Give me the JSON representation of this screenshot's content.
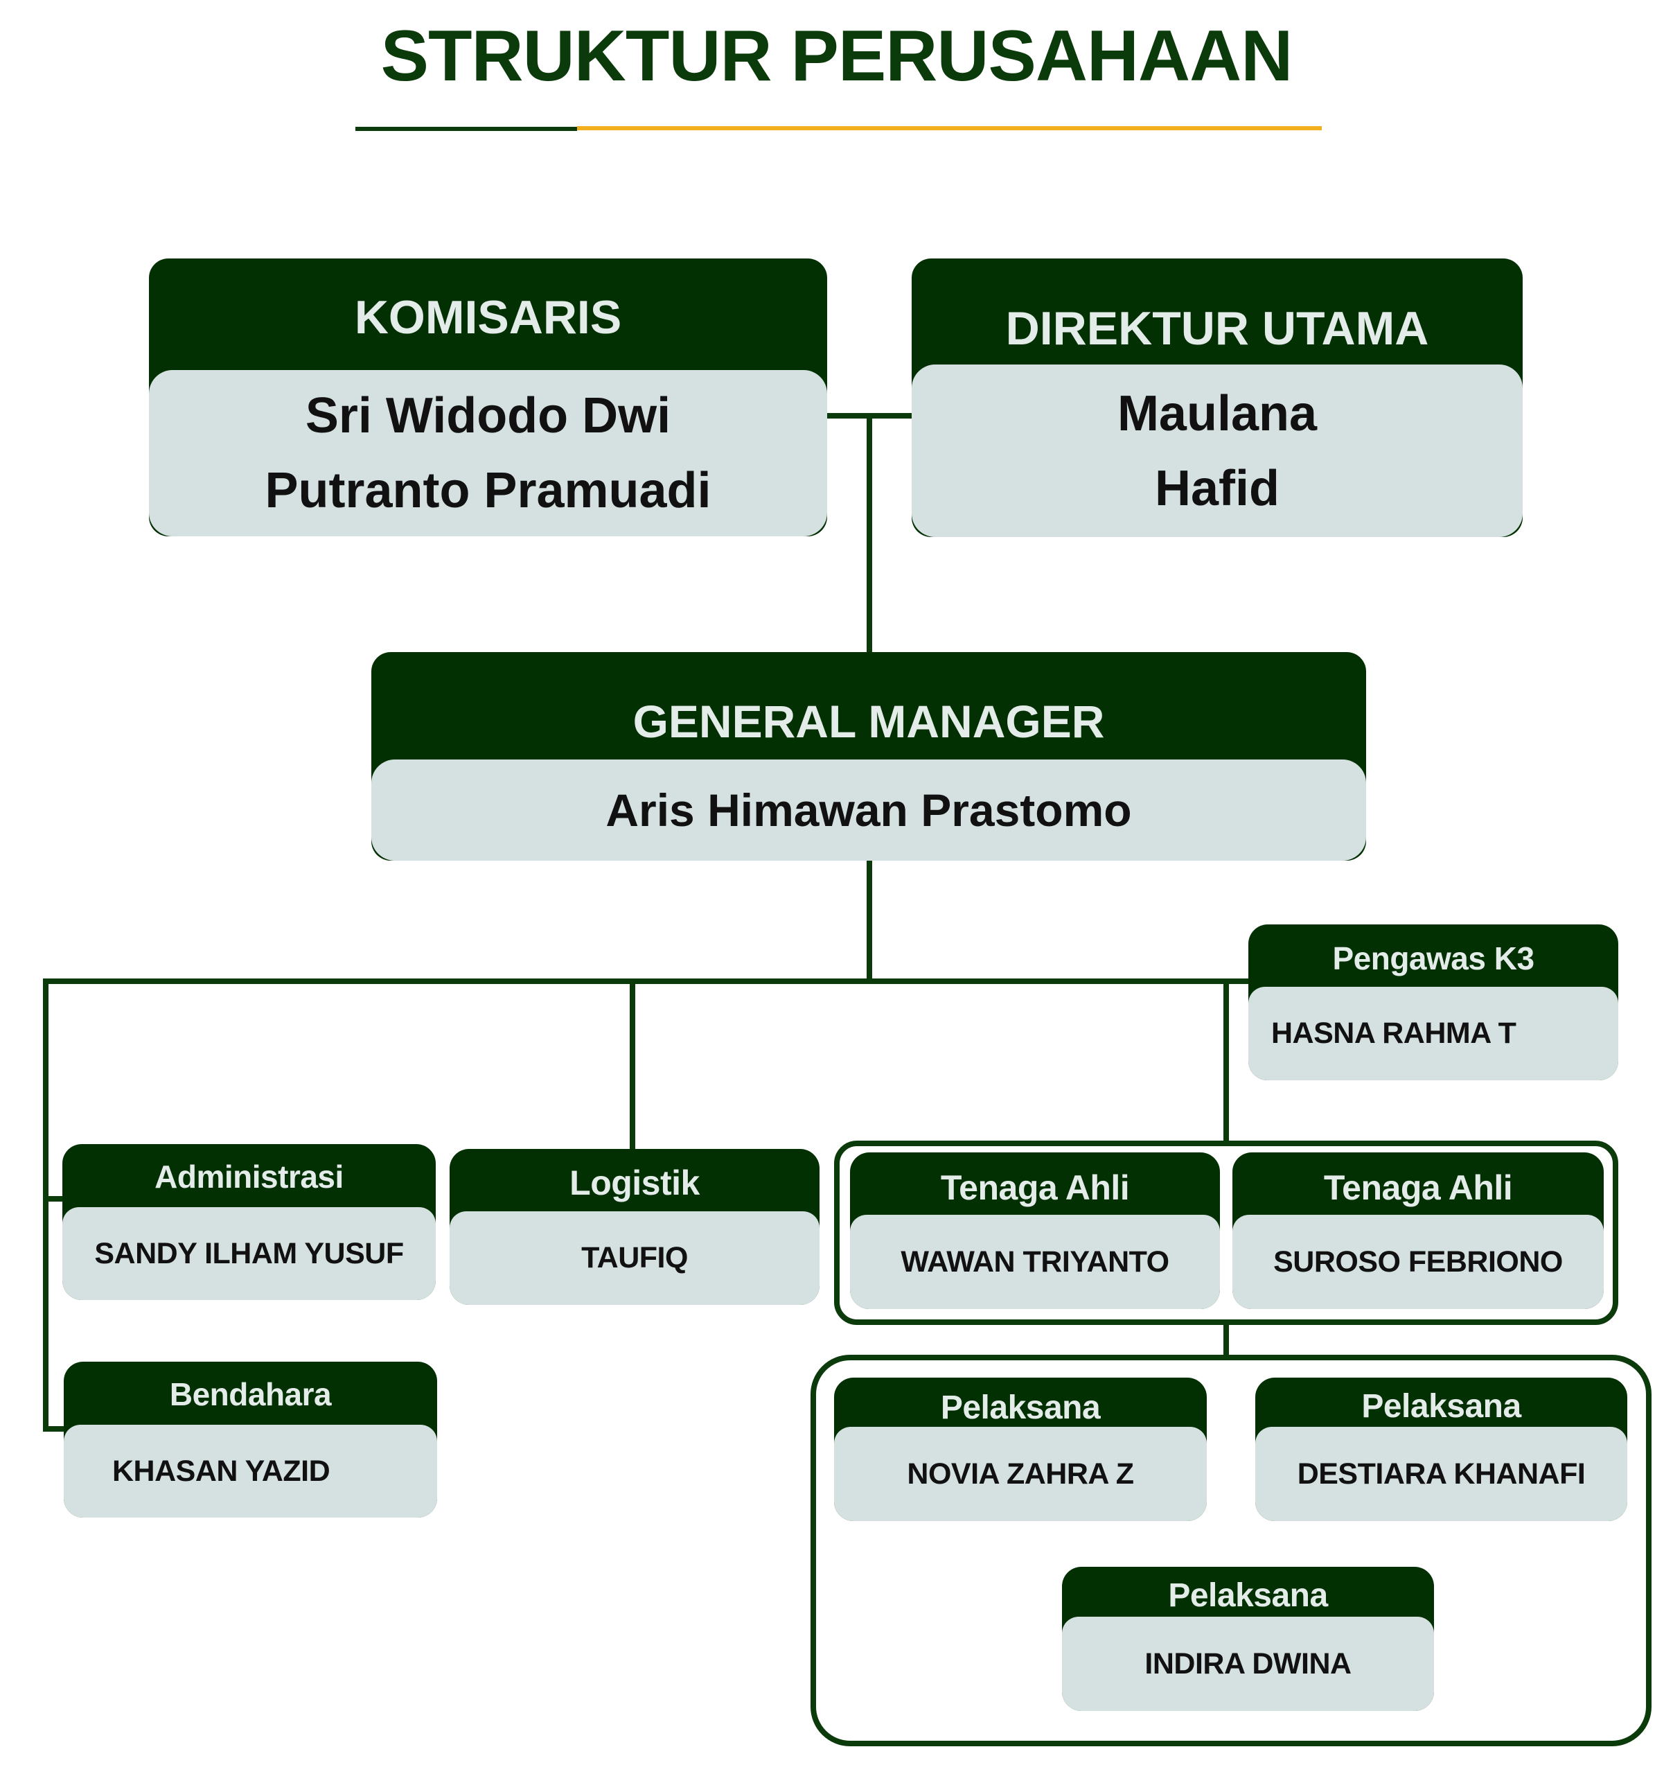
{
  "title": "STRUKTUR PERUSAHAAN",
  "colors": {
    "dark_green": "#033003",
    "light_panel": "#d5e1e0",
    "accent_gold": "#f2b01e"
  },
  "komisaris": {
    "role": "KOMISARIS",
    "name_line1": "Sri Widodo Dwi",
    "name_line2": "Putranto Pramuadi"
  },
  "direktur": {
    "role": "DIREKTUR UTAMA",
    "name_line1": "Maulana",
    "name_line2": "Hafid"
  },
  "gm": {
    "role": "GENERAL MANAGER",
    "name": "Aris Himawan Prastomo"
  },
  "k3": {
    "role": "Pengawas K3",
    "name": "HASNA RAHMA T"
  },
  "admin": {
    "role": "Administrasi",
    "name": "SANDY ILHAM YUSUF"
  },
  "bendahara": {
    "role": "Bendahara",
    "name": "KHASAN YAZID"
  },
  "logistik": {
    "role": "Logistik",
    "name": "TAUFIQ"
  },
  "tenaga_ahli": [
    {
      "role": "Tenaga Ahli",
      "name": "WAWAN TRIYANTO"
    },
    {
      "role": "Tenaga Ahli",
      "name": "SUROSO FEBRIONO"
    }
  ],
  "pelaksana": [
    {
      "role": "Pelaksana",
      "name": "NOVIA ZAHRA Z"
    },
    {
      "role": "Pelaksana",
      "name": "DESTIARA KHANAFI"
    },
    {
      "role": "Pelaksana",
      "name": "INDIRA DWINA"
    }
  ]
}
